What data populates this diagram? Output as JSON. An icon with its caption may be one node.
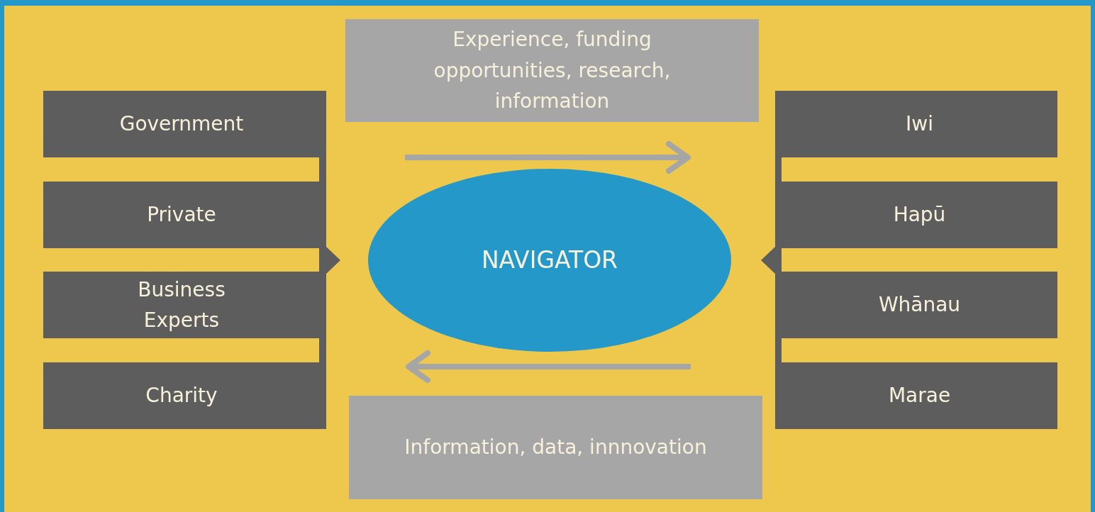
{
  "diagram": {
    "nodes": [
      {
        "text": [
          "Experience, funding opportunities, research, information"
        ]
      },
      {
        "text": [
          "Government"
        ]
      },
      {
        "text": [
          "Private"
        ]
      },
      {
        "text": [
          "Business Experts"
        ]
      },
      {
        "text": [
          "Charity"
        ]
      },
      {
        "text": [
          "NAVIGATOR"
        ]
      },
      {
        "text": [
          "Iwi"
        ]
      },
      {
        "text": [
          "Hapū"
        ]
      },
      {
        "text": [
          "Whānau"
        ]
      },
      {
        "text": [
          "Marae"
        ]
      },
      {
        "text": [
          "Information, data, innnovation"
        ]
      },
      {
        "text": [],
        "shape": "bar"
      },
      {
        "text": [],
        "shape": "bar"
      }
    ]
  }
}
